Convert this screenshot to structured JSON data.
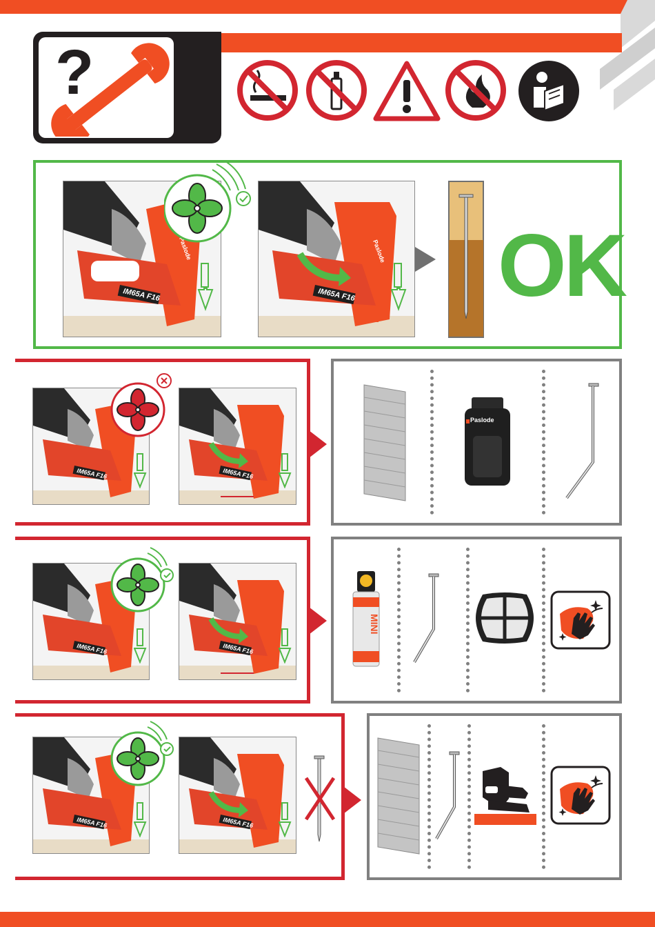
{
  "colors": {
    "brand_orange": "#f04e23",
    "ok_green": "#52b848",
    "error_red": "#d22630",
    "frame_grey": "#808080",
    "dark": "#231f20"
  },
  "header": {
    "icons": [
      "help-wrench-icon",
      "no-smoking-icon",
      "no-aerosol-icon",
      "warning-icon",
      "no-fire-icon",
      "read-manual-icon"
    ]
  },
  "result": {
    "ok_label": "OK"
  },
  "tool": {
    "brand": "Paslode",
    "model": "IM65A F16"
  },
  "gas": {
    "label": "MINI"
  }
}
